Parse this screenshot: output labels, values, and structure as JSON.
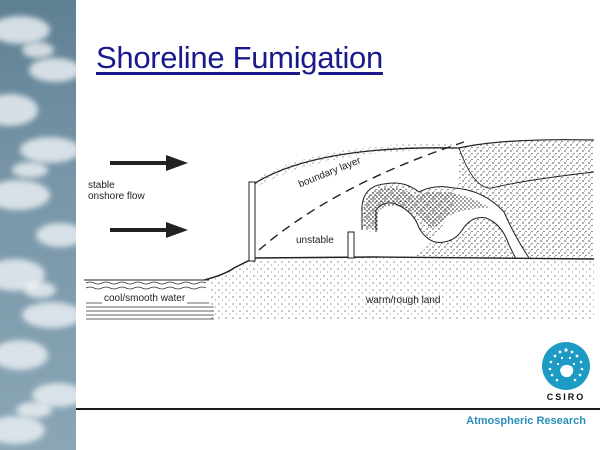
{
  "slide": {
    "title": "Shoreline Fumigation",
    "department": "Atmospheric Research",
    "logo_text": "CSIRO"
  },
  "diagram": {
    "labels": {
      "flow": "stable onshore flow",
      "boundary_layer": "boundary layer",
      "unstable": "unstable",
      "water": "cool/smooth water",
      "land": "warm/rough land"
    }
  },
  "colors": {
    "title": "#1a1a8c",
    "accent": "#2a8fb8",
    "logo": "#1e9bc4"
  }
}
